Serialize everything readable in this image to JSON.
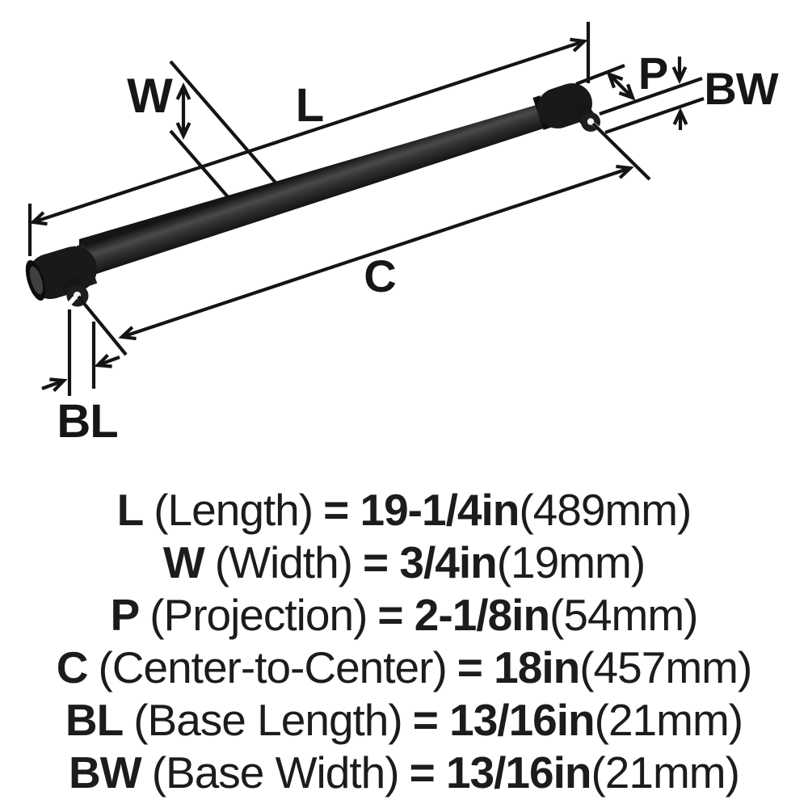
{
  "diagram": {
    "labels": {
      "L": "L",
      "W": "W",
      "P": "P",
      "C": "C",
      "BL": "BL",
      "BW": "BW"
    }
  },
  "specs": [
    {
      "symbol": "L",
      "name": "(Length)",
      "value": "= 19-1/4in",
      "metric": "(489mm)"
    },
    {
      "symbol": "W",
      "name": "(Width)",
      "value": "= 3/4in",
      "metric": "(19mm)"
    },
    {
      "symbol": "P",
      "name": "(Projection)",
      "value": "= 2-1/8in",
      "metric": "(54mm)"
    },
    {
      "symbol": "C",
      "name": "(Center-to-Center)",
      "value": "= 18in",
      "metric": "(457mm)"
    },
    {
      "symbol": "BL",
      "name": "(Base Length)",
      "value": "= 13/16in",
      "metric": "(21mm)"
    },
    {
      "symbol": "BW",
      "name": "(Base Width)",
      "value": "= 13/16in",
      "metric": "(21mm)"
    }
  ],
  "colors": {
    "ink": "#141414",
    "handle_dark": "#161616",
    "handle_mid": "#4a4a4a",
    "background": "#ffffff"
  }
}
